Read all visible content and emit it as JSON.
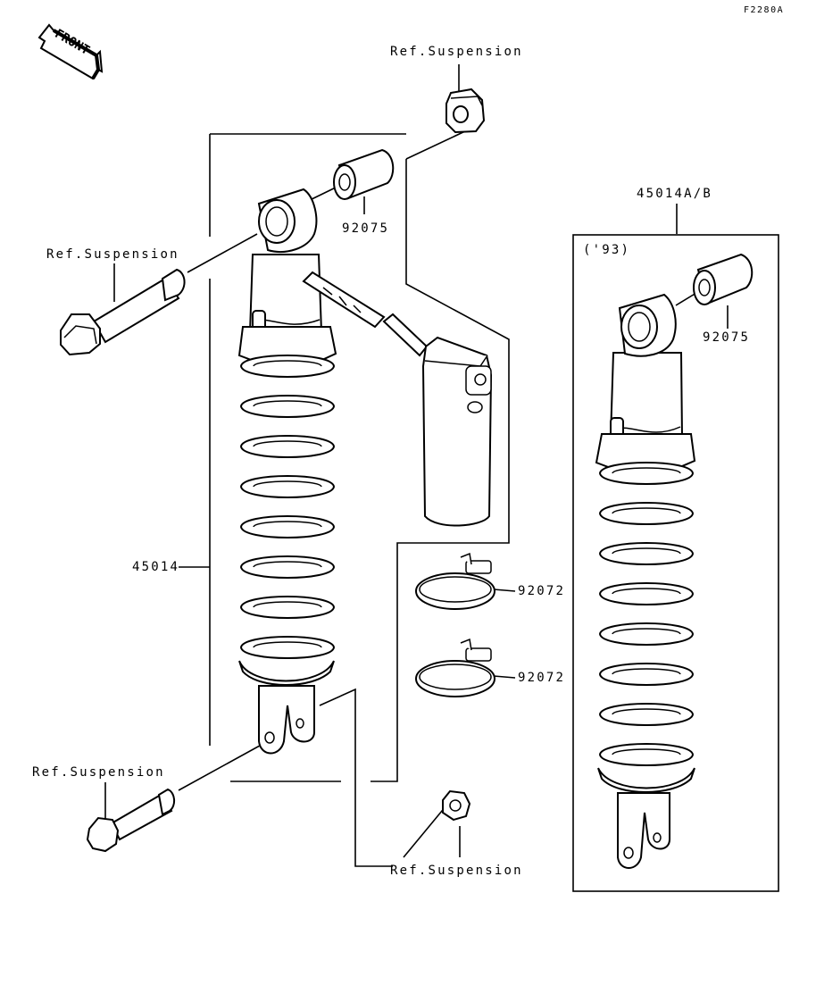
{
  "drawing_code": "F2280A",
  "front_arrow": "FRONT",
  "labels": {
    "ref_top": "Ref.Suspension",
    "ref_left_bolt": "Ref.Suspension",
    "ref_lower_bolt": "Ref.Suspension",
    "ref_bottom_nut": "Ref.Suspension",
    "p92075_main": "92075",
    "p45014": "45014",
    "p92072_a": "92072",
    "p92072_b": "92072",
    "p45014ab": "45014A/B",
    "year_note": "('93)",
    "p92075_alt": "92075"
  },
  "icons": {
    "front": "front-arrow-icon",
    "bolt": "bolt-icon",
    "nut": "nut-icon",
    "collar": "collar-icon",
    "clamp": "hose-clamp-icon",
    "reservoir": "gas-reservoir-icon",
    "shock": "shock-absorber-icon"
  }
}
